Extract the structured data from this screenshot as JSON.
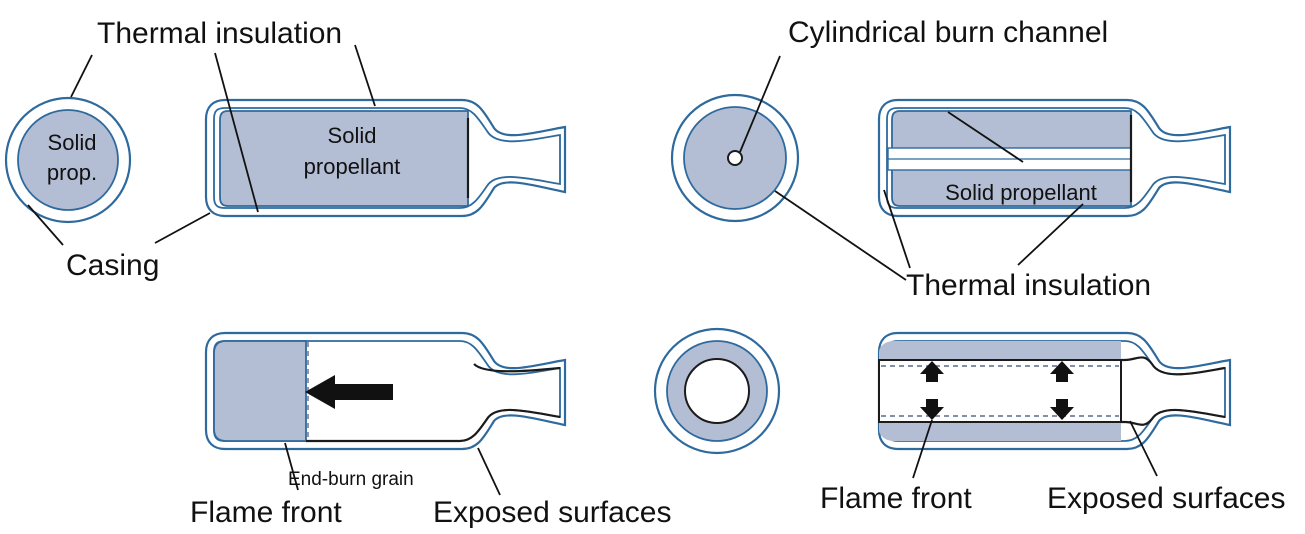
{
  "labels": {
    "thermal_insulation_top": "Thermal insulation",
    "solid_prop_circle": "Solid\nprop.",
    "casing": "Casing",
    "solid_propellant_rect": "Solid\npropellant",
    "cylindrical_burn_channel": "Cylindrical burn channel",
    "solid_propellant_right": "Solid propellant",
    "thermal_insulation_right": "Thermal insulation",
    "end_burn_grain": "End-burn grain",
    "flame_front_left": "Flame front",
    "exposed_surfaces_left": "Exposed surfaces",
    "flame_front_right": "Flame front",
    "exposed_surfaces_right": "Exposed surfaces"
  },
  "colors": {
    "propellant": "#b3bdd3",
    "casing_outline": "#2e6a9e",
    "text": "#111111"
  }
}
